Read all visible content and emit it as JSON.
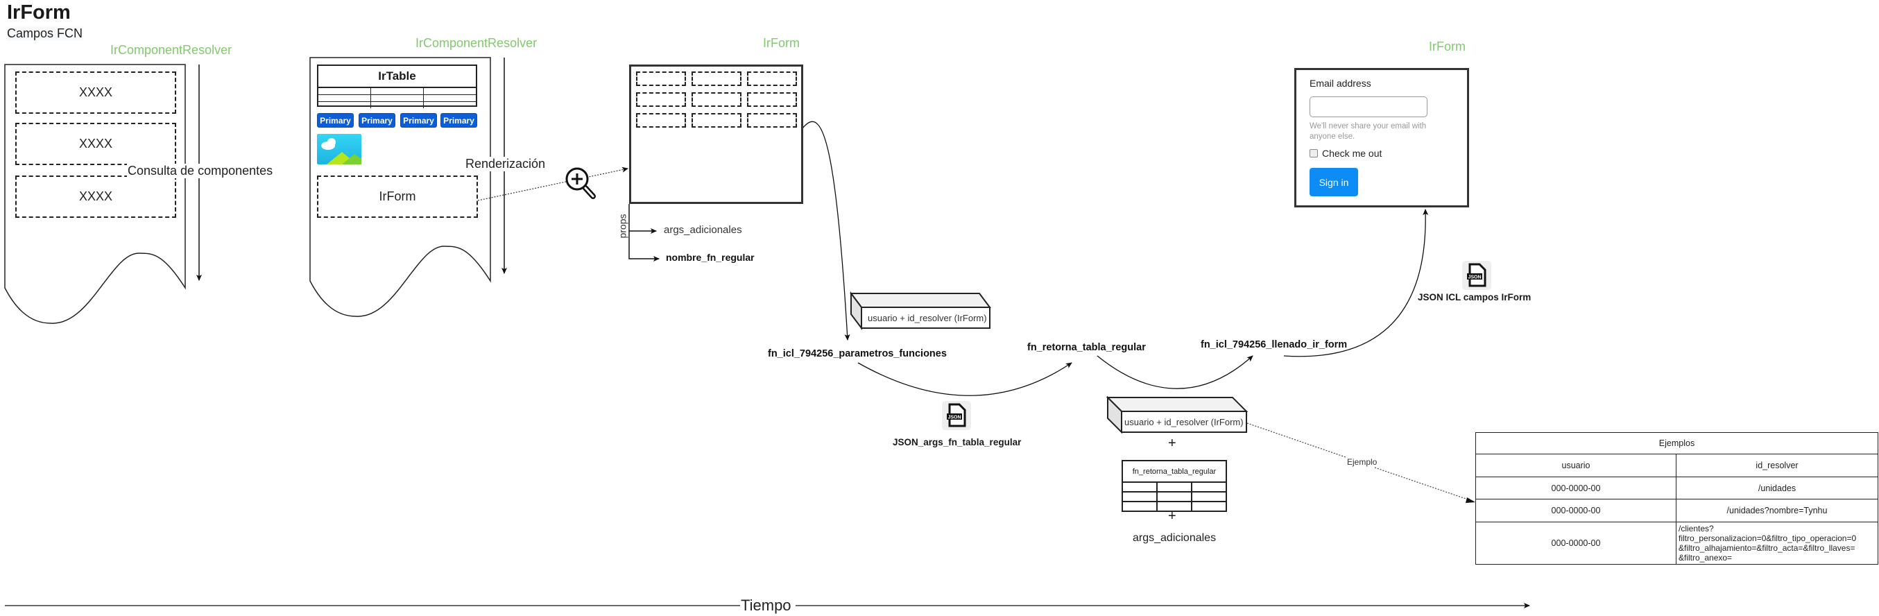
{
  "header": {
    "title": "IrForm",
    "subtitle": "Campos FCN"
  },
  "stage1": {
    "label": "IrComponentResolver",
    "items": [
      "XXXX",
      "XXXX",
      "XXXX"
    ],
    "arrow_label": "Consulta de componentes"
  },
  "stage2": {
    "label": "IrComponentResolver",
    "table_title": "IrTable",
    "buttons": [
      "Primary",
      "Primary",
      "Primary",
      "Primary"
    ],
    "image_icon": "landscape-image-icon",
    "component": "IrForm",
    "arrow_label": "Renderización",
    "zoom_icon": "zoom-in-icon"
  },
  "stage3": {
    "label": "IrForm",
    "props_label": "props",
    "props": [
      "args_adicionales",
      "nombre_fn_regular"
    ]
  },
  "functions": {
    "fn1": "fn_icl_794256_parametros_funciones",
    "fn2": "fn_retorna_tabla_regular",
    "fn3": "fn_icl_794256_llenado_ir_form"
  },
  "cube1": {
    "label": "usuario + id_resolver (IrForm)"
  },
  "json1": {
    "icon": "json-file-icon",
    "badge": "JSON",
    "caption": "JSON_args_fn_tabla_regular"
  },
  "json2": {
    "icon": "json-file-icon",
    "badge": "JSON",
    "caption": "JSON ICL campos IrForm"
  },
  "combo": {
    "cube_label": "usuario + id_resolver (IrForm)",
    "plus": "+",
    "table_title": "fn_retorna_tabla_regular",
    "extra": "args_adicionales"
  },
  "example_link": "Ejemplo",
  "examples": {
    "caption": "Ejemplos",
    "columns": [
      "usuario",
      "id_resolver"
    ],
    "rows": [
      [
        "000-0000-00",
        "/unidades"
      ],
      [
        "000-0000-00",
        "/unidades?nombre=Tynhu"
      ],
      [
        "000-0000-00",
        "/clientes?\nfiltro_personalizacion=0&filtro_tipo_operacion=0\n&filtro_alhajamiento=&filtro_acta=&filtro_llaves=\n&filtro_anexo="
      ]
    ]
  },
  "final_form": {
    "label": "IrForm",
    "email_label": "Email address",
    "email_value": "",
    "help_text": "We'll never share your email with anyone else.",
    "checkbox_label": "Check me out",
    "checkbox_checked": false,
    "submit_label": "Sign in",
    "submit_color": "#0d8cf5"
  },
  "timeline": {
    "label": "Tiempo"
  },
  "colors": {
    "stage_label": "#82c96e",
    "primary_button": "#0b5ed7"
  }
}
